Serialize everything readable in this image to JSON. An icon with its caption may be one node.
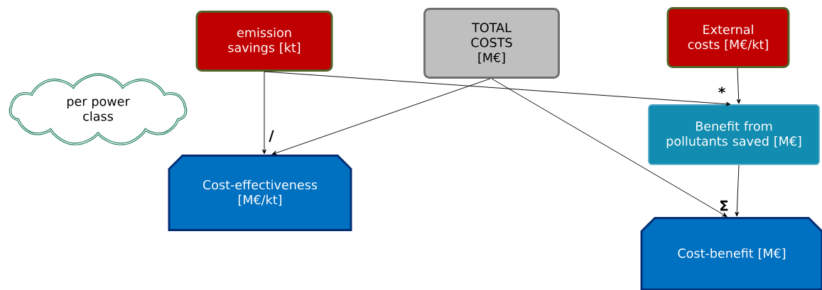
{
  "diagram": {
    "nodes": [
      {
        "text": [
          "emission savings [kt]"
        ]
      },
      {
        "text": [
          "TOTAL COSTS [M€]"
        ]
      },
      {
        "text": [
          "External costs [M€/kt]"
        ]
      },
      {
        "text": [
          "per power class"
        ]
      },
      {
        "text": [
          "Benefit from pollutants saved [M€]"
        ]
      },
      {
        "text": [
          "Cost-effectiveness [M€/kt]"
        ]
      },
      {
        "text": [
          "Cost-benefit [M€]"
        ]
      }
    ],
    "edges": [
      {
        "from": 0,
        "to": 5,
        "arrow": "to"
      },
      {
        "from": 1,
        "to": 5,
        "arrow": "to"
      },
      {
        "from": 0,
        "to": 4,
        "arrow": "to"
      },
      {
        "from": 2,
        "to": 4,
        "arrow": "to"
      },
      {
        "from": 1,
        "to": 6,
        "arrow": "to"
      },
      {
        "from": 4,
        "to": 6,
        "arrow": "to"
      }
    ],
    "labels": [
      "/",
      "*",
      "Σ"
    ]
  }
}
